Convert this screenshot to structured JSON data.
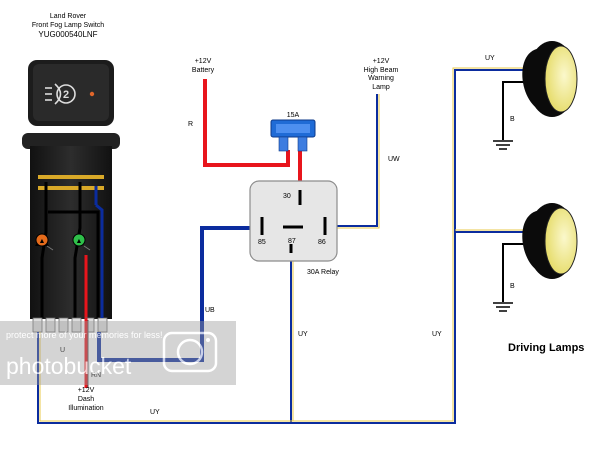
{
  "switch": {
    "title_line1": "Land Rover",
    "title_line2": "Front Fog Lamp Switch",
    "title_line3": "YUG000540LNF",
    "button_symbol": "2"
  },
  "battery": {
    "voltage": "+12V",
    "name": "Battery"
  },
  "high_beam": {
    "voltage": "+12V",
    "line1": "High Beam",
    "line2": "Warning",
    "line3": "Lamp"
  },
  "fuse": {
    "rating": "15A"
  },
  "relay": {
    "name": "30A Relay",
    "pins": [
      "30",
      "85",
      "87",
      "86"
    ]
  },
  "dash": {
    "voltage": "+12V",
    "line1": "Dash",
    "line2": "Illumination"
  },
  "wires": {
    "R": "R",
    "UW": "UW",
    "UB": "UB",
    "UY_top": "UY",
    "UY_mid1": "UY",
    "UY_mid2": "UY",
    "UY_bottom": "UY",
    "B_upper": "B",
    "B_lower": "B",
    "RN": "RN",
    "U": "U"
  },
  "lamps": {
    "label": "Driving Lamps"
  },
  "watermark": {
    "line1": "protect more of your memories for less!",
    "line2": "photobucket"
  },
  "colors": {
    "red_wire": "#e8151c",
    "blue_wire": "#0b2c9e",
    "yellow_wire": "#e9c84a",
    "fuse_blue": "#1f6bd6",
    "lamp_lens": "#f1ec9a",
    "relay_fill": "#e6e6e6"
  }
}
